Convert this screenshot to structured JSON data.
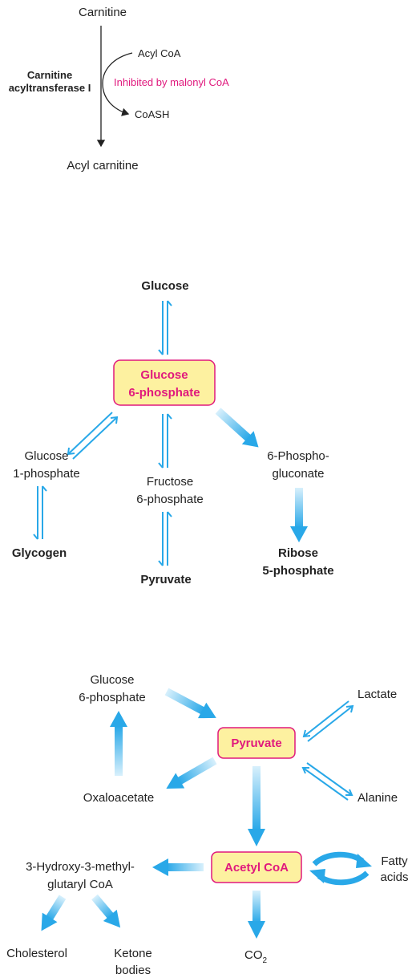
{
  "colors": {
    "arrow": "#29a8e8",
    "arrow_light": "#d8f0fc",
    "box_fill": "#fdf1a0",
    "box_stroke": "#e0197d",
    "highlight_text": "#e0197d",
    "text": "#222222"
  },
  "panel1": {
    "top": "Carnitine",
    "enzyme": [
      "Carnitine",
      "acyltransferase I"
    ],
    "acyl_coa": "Acyl CoA",
    "inhibited": "Inhibited by malonyl CoA",
    "coash": "CoASH",
    "bottom": "Acyl carnitine"
  },
  "panel2": {
    "glucose": "Glucose",
    "center": [
      "Glucose",
      "6-phosphate"
    ],
    "g1p": [
      "Glucose",
      "1-phosphate"
    ],
    "f6p": [
      "Fructose",
      "6-phosphate"
    ],
    "pg": [
      "6-Phospho-",
      "gluconate"
    ],
    "glycogen": "Glycogen",
    "pyruvate": "Pyruvate",
    "ribose": [
      "Ribose",
      "5-phosphate"
    ]
  },
  "panel3": {
    "g6p": [
      "Glucose",
      "6-phosphate"
    ],
    "lactate": "Lactate",
    "pyruvate": "Pyruvate",
    "oxaloacetate": "Oxaloacetate",
    "alanine": "Alanine",
    "hmg": [
      "3-Hydroxy-3-methyl-",
      "glutaryl CoA"
    ],
    "acetyl": "Acetyl CoA",
    "fatty": [
      "Fatty",
      "acids"
    ],
    "cholesterol": "Cholesterol",
    "ketone": [
      "Ketone",
      "bodies"
    ],
    "co2": "CO",
    "co2_sub": "2"
  }
}
